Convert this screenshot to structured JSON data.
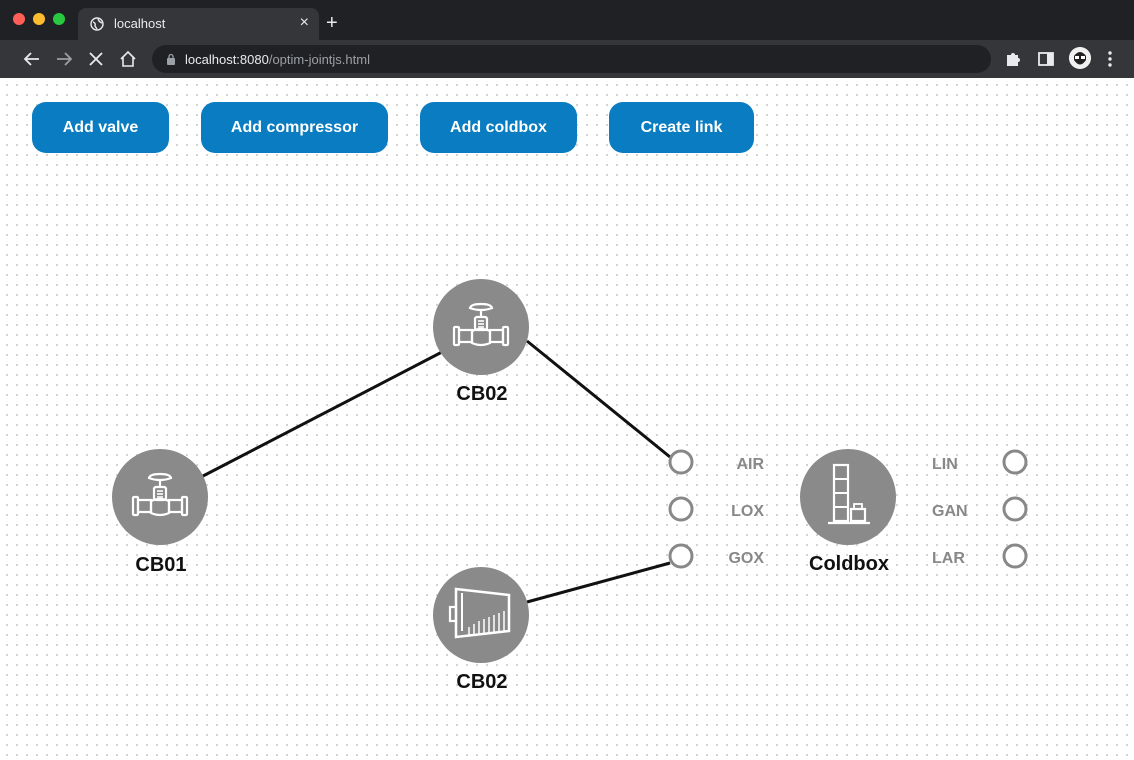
{
  "browser": {
    "tab_title": "localhost",
    "tab_close": "×",
    "new_tab": "+",
    "url_host": "localhost:8080",
    "url_path": "/optim-jointjs.html"
  },
  "toolbar": {
    "add_valve": "Add valve",
    "add_compressor": "Add compressor",
    "add_coldbox": "Add coldbox",
    "create_link": "Create link"
  },
  "diagram": {
    "nodes": [
      {
        "label": "CB02",
        "kind": "valve"
      },
      {
        "label": "CB01",
        "kind": "valve"
      },
      {
        "label": "CB02",
        "kind": "compressor"
      },
      {
        "label": "Coldbox",
        "kind": "coldbox"
      }
    ],
    "coldbox_ports_in": [
      "AIR",
      "LOX",
      "GOX"
    ],
    "coldbox_ports_out": [
      "LIN",
      "GAN",
      "LAR"
    ]
  },
  "colors": {
    "accent": "#0a7cc1",
    "node_fill": "#8a8a8a",
    "port_stroke": "#888888",
    "link": "#111111"
  }
}
